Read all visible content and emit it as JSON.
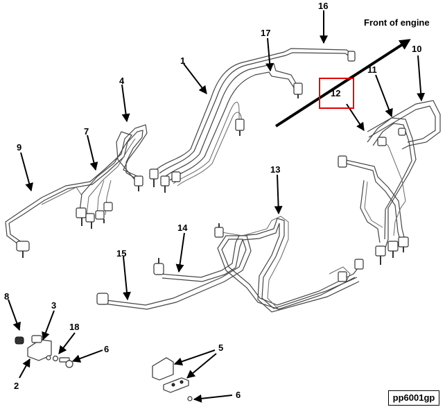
{
  "front_label": "Front of engine",
  "figure_id": "pp6001gp",
  "highlight_color": "#e00000",
  "callouts": {
    "c1": "1",
    "c2": "2",
    "c3": "3",
    "c4": "4",
    "c5": "5",
    "c6a": "6",
    "c6b": "6",
    "c7": "7",
    "c8": "8",
    "c9": "9",
    "c10": "10",
    "c11": "11",
    "c12": "12",
    "c13": "13",
    "c14": "14",
    "c15": "15",
    "c16": "16",
    "c17": "17",
    "c18": "18"
  }
}
